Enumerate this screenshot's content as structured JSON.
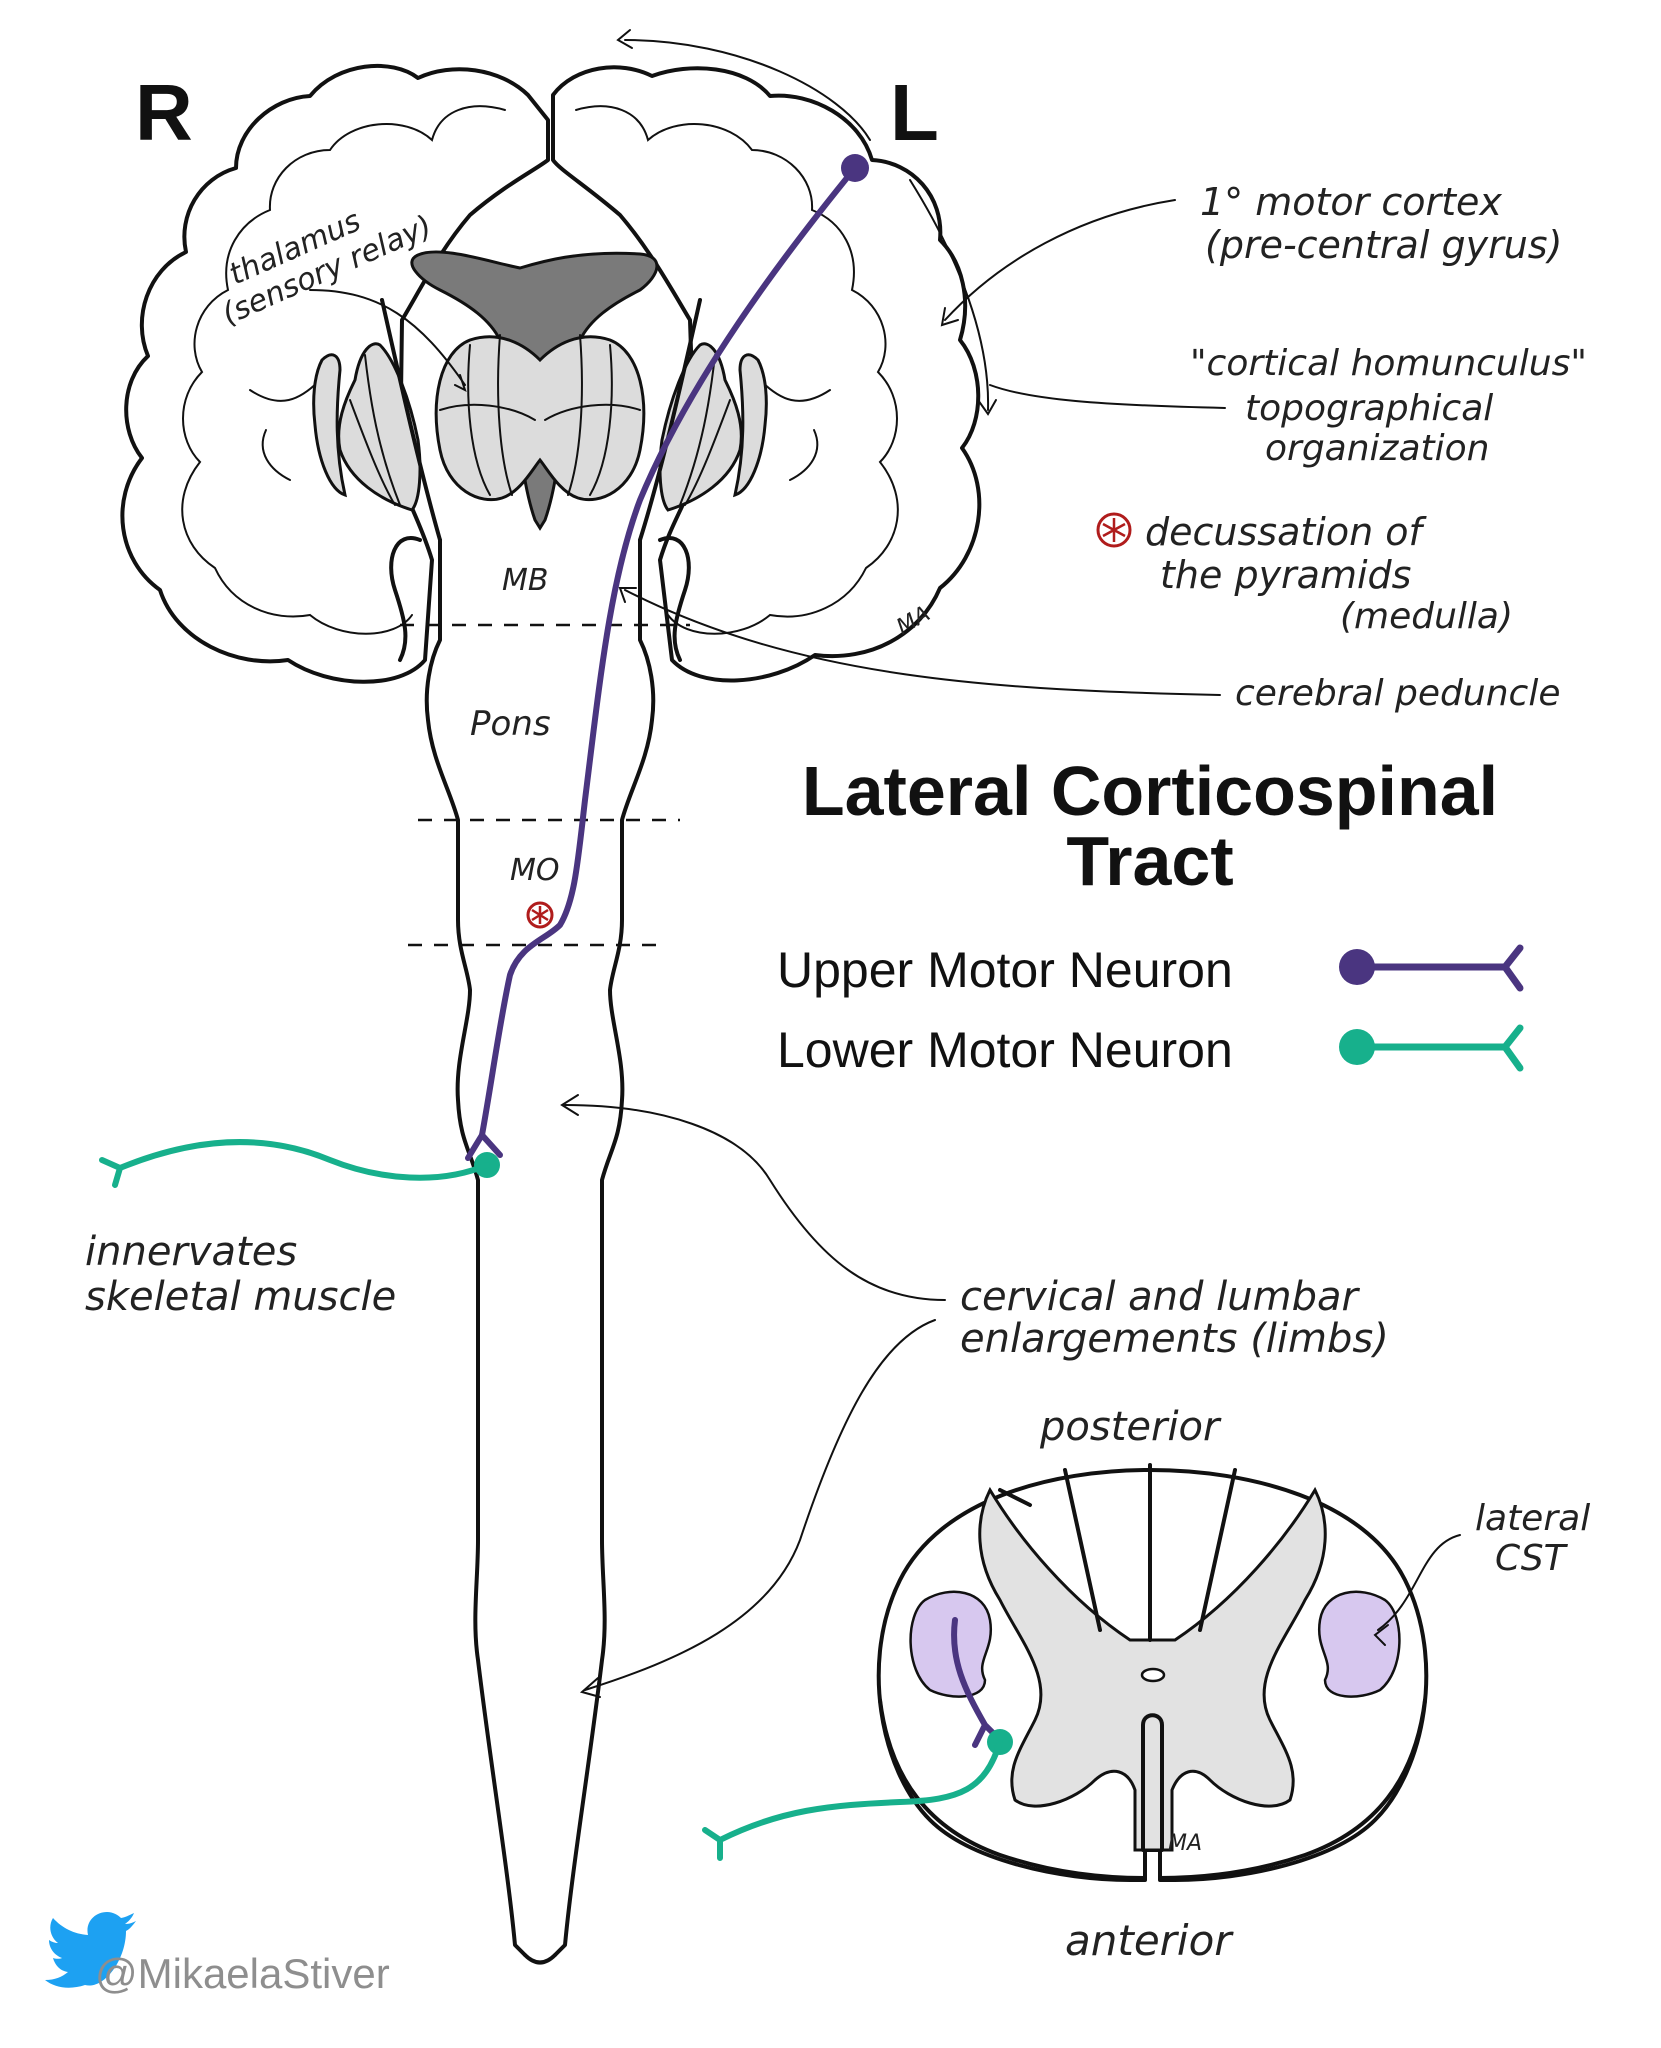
{
  "sides": {
    "right": "R",
    "left": "L"
  },
  "title": {
    "line1": "Lateral Corticospinal",
    "line2": "Tract"
  },
  "regions": {
    "midbrain": "MB",
    "pons": "Pons",
    "medulla": "MO"
  },
  "labels": {
    "thalamus_1": "thalamus",
    "thalamus_2": "(sensory relay)",
    "motor_cortex_1": "1° motor cortex",
    "motor_cortex_2": "(pre-central gyrus)",
    "homunculus_1": "\"cortical homunculus\"",
    "homunculus_2": "topographical",
    "homunculus_3": "organization",
    "decussation_1": "decussation of",
    "decussation_2": "the pyramids",
    "decussation_3": "(medulla)",
    "peduncle": "cerebral peduncle",
    "innervates_1": "innervates",
    "innervates_2": "skeletal muscle",
    "enlargements_1": "cervical and lumbar",
    "enlargements_2": "enlargements (limbs)",
    "posterior": "posterior",
    "anterior": "anterior",
    "lateral_cst_1": "lateral",
    "lateral_cst_2": "CST",
    "signature_1": "MA",
    "signature_2": "MA"
  },
  "legend": [
    {
      "label": "Upper Motor Neuron",
      "color": "#4a3580"
    },
    {
      "label": "Lower Motor Neuron",
      "color": "#17b08c"
    }
  ],
  "credit": {
    "handle": "@MikaelaStiver",
    "icon": "twitter-bird-icon"
  },
  "colors": {
    "upper_motor_neuron": "#4a3580",
    "lower_motor_neuron": "#17b08c",
    "decussation_marker": "#b01c1c",
    "lateral_cst": "#d7c8ef",
    "gray_matter": "#e2e2e2",
    "ventricle": "#7a7a7a"
  }
}
